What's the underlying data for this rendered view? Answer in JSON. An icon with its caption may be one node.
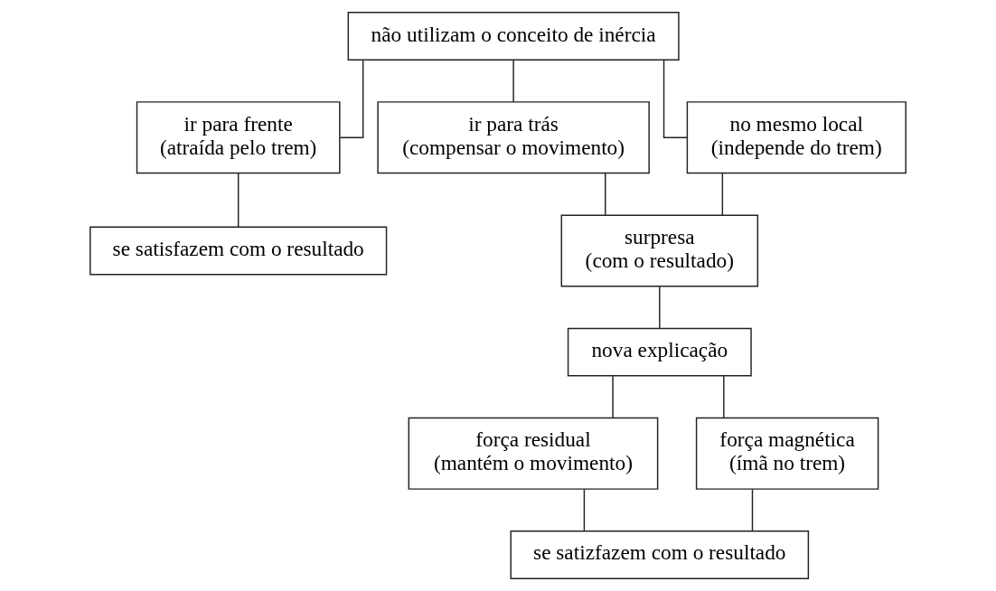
{
  "diagram": {
    "nodes": [
      {
        "text": [
          "não utilizam o conceito de inércia"
        ]
      },
      {
        "text": [
          "ir para frente",
          "(atraída pelo trem)"
        ]
      },
      {
        "text": [
          "ir para trás",
          "(compensar o movimento)"
        ]
      },
      {
        "text": [
          "no mesmo local",
          "(independe do trem)"
        ]
      },
      {
        "text": [
          "se satisfazem com o resultado"
        ]
      },
      {
        "text": [
          "surpresa",
          "(com o resultado)"
        ]
      },
      {
        "text": [
          "nova explicação"
        ]
      },
      {
        "text": [
          "força residual",
          "(mantém o movimento)"
        ]
      },
      {
        "text": [
          "força magnética",
          "(ímã no trem)"
        ]
      },
      {
        "text": [
          "se satizfazem com o resultado"
        ]
      }
    ],
    "edges": [
      {
        "from": 0,
        "to": 1,
        "arrow": "none"
      },
      {
        "from": 0,
        "to": 2,
        "arrow": "none"
      },
      {
        "from": 0,
        "to": 3,
        "arrow": "none"
      },
      {
        "from": 1,
        "to": 4,
        "arrow": "none"
      },
      {
        "from": 2,
        "to": 5,
        "arrow": "none"
      },
      {
        "from": 3,
        "to": 5,
        "arrow": "none"
      },
      {
        "from": 5,
        "to": 6,
        "arrow": "none"
      },
      {
        "from": 6,
        "to": 7,
        "arrow": "none"
      },
      {
        "from": 6,
        "to": 8,
        "arrow": "none"
      },
      {
        "from": 7,
        "to": 9,
        "arrow": "none"
      },
      {
        "from": 8,
        "to": 9,
        "arrow": "none"
      }
    ]
  }
}
